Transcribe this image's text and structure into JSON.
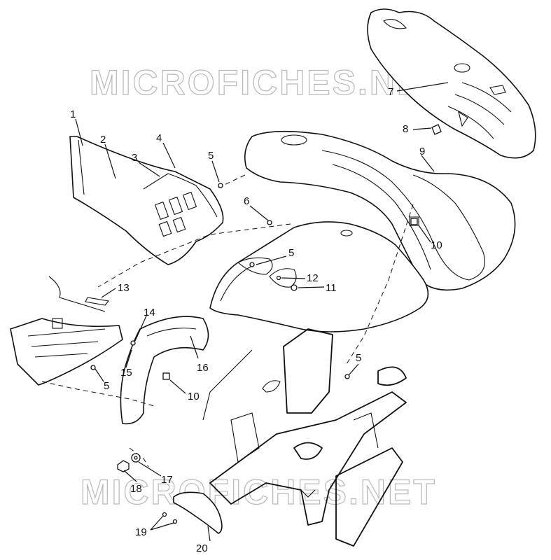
{
  "watermarks": [
    "MICROFICHES.NET",
    "MICROFICHES.NET"
  ],
  "callouts": [
    "1",
    "2",
    "3",
    "4",
    "5",
    "5",
    "5",
    "5",
    "6",
    "7",
    "8",
    "9",
    "10",
    "10",
    "11",
    "12",
    "13",
    "14",
    "15",
    "16",
    "17",
    "18",
    "19",
    "20"
  ]
}
